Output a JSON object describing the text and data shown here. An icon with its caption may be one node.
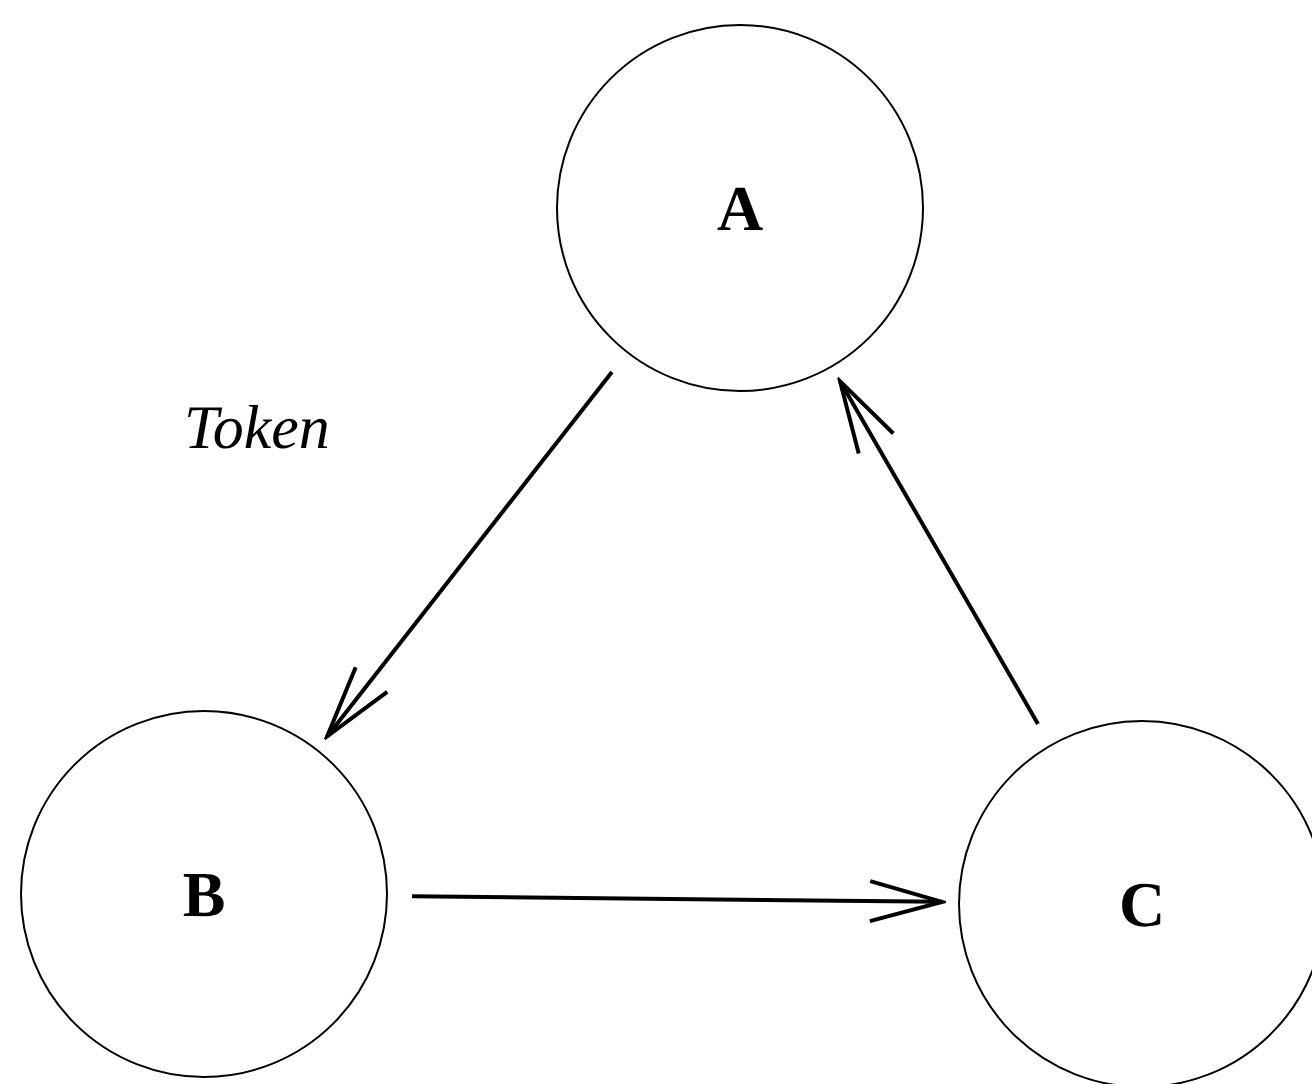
{
  "diagram": {
    "nodes": [
      {
        "text": [
          "A"
        ]
      },
      {
        "text": [
          "B"
        ]
      },
      {
        "text": [
          "C"
        ]
      }
    ],
    "edges": [
      {
        "from": 0,
        "to": 1,
        "arrow": "to",
        "label": "Token"
      },
      {
        "from": 1,
        "to": 2,
        "arrow": "to"
      },
      {
        "from": 2,
        "to": 0,
        "arrow": "to"
      }
    ]
  }
}
